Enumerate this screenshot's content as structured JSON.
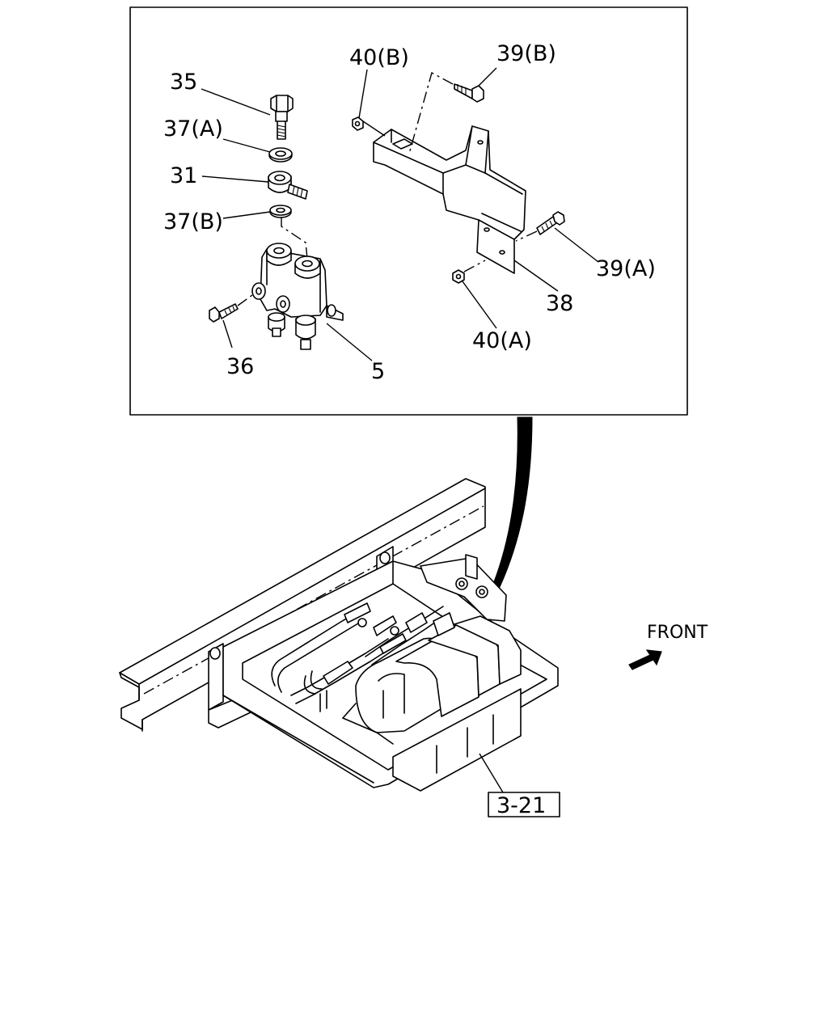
{
  "diagram": {
    "callouts": {
      "c35": "35",
      "c37a": "37(A)",
      "c31": "31",
      "c37b": "37(B)",
      "c36": "36",
      "c5": "5",
      "c40b": "40(B)",
      "c39b": "39(B)",
      "c39a": "39(A)",
      "c38": "38",
      "c40a": "40(A)"
    },
    "reference_box": "3-21",
    "direction_label": "FRONT"
  }
}
